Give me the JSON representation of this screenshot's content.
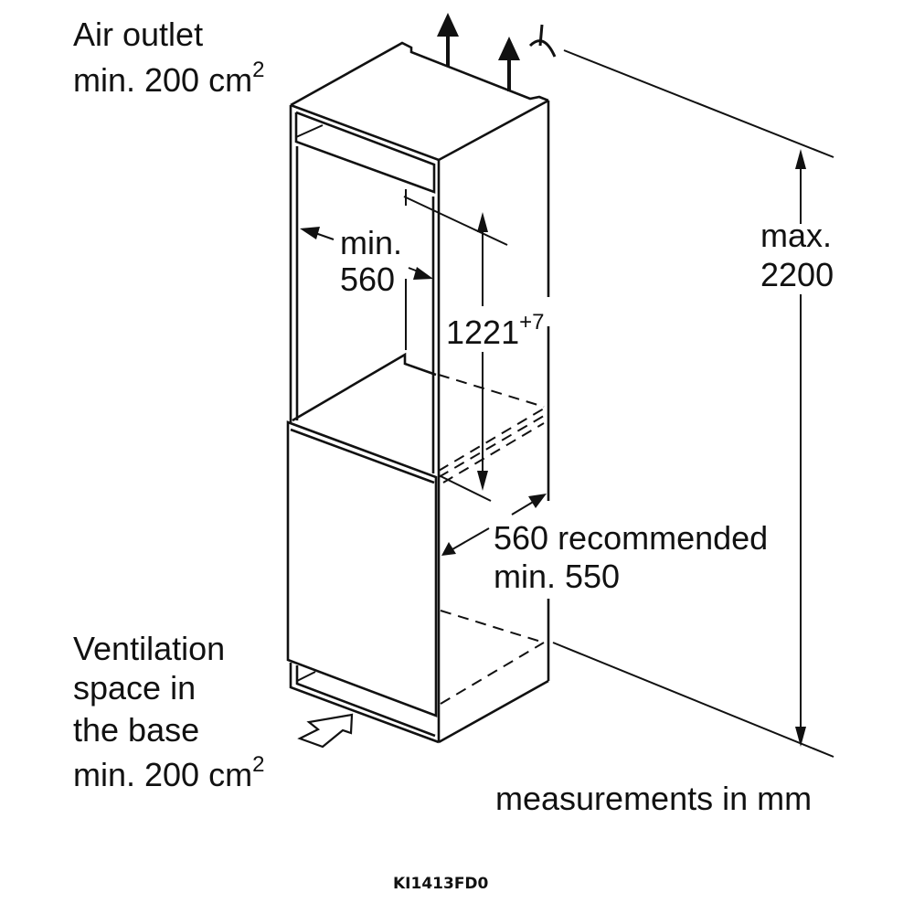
{
  "air_outlet": {
    "line1": "Air outlet",
    "line2": "min. 200 cm",
    "sup": "2"
  },
  "ventilation": {
    "line1": "Ventilation",
    "line2": "space in",
    "line3": "the base",
    "line4": "min. 200 cm",
    "sup": "2"
  },
  "max_height": {
    "line1": "max.",
    "line2": "2200"
  },
  "niche_width": {
    "line1": "min.",
    "line2": "560"
  },
  "niche_height": {
    "value": "1221",
    "tolerance": "+7"
  },
  "depth": {
    "line1": "560 recommended",
    "line2": "min. 550"
  },
  "units_note": "measurements in mm",
  "model_code": "KI1413FD0"
}
